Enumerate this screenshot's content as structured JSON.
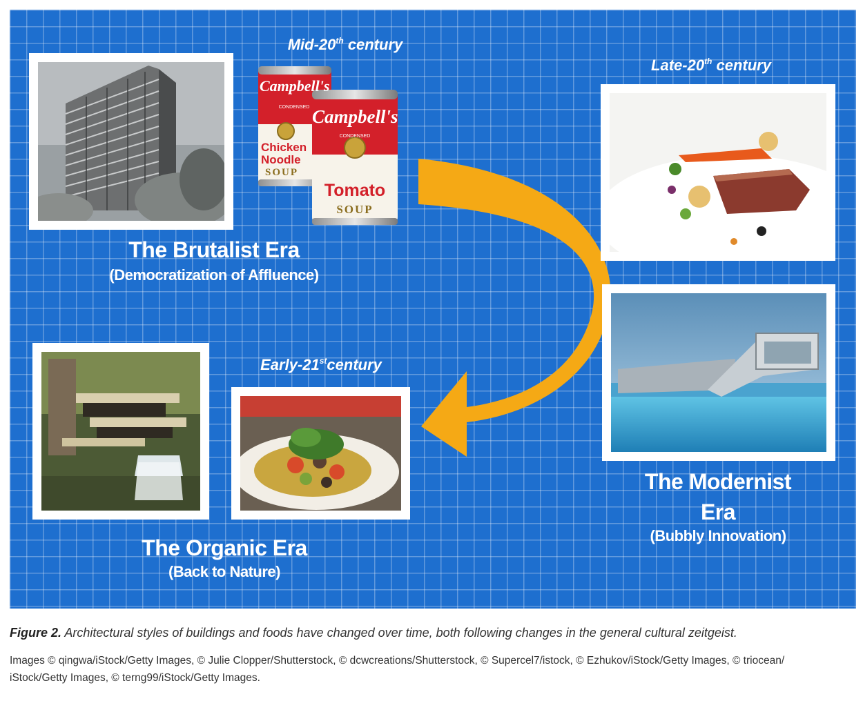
{
  "eras": {
    "brutalist": {
      "title": "The Brutalist Era",
      "subtitle": "(Democratization of Affluence)"
    },
    "modernist": {
      "title_line1": "The Modernist",
      "title_line2": "Era",
      "subtitle": "(Bubbly Innovation)"
    },
    "organic": {
      "title": "The Organic Era",
      "subtitle": "(Back to Nature)"
    }
  },
  "periods": {
    "mid": {
      "prefix": "Mid-20",
      "sup": "th",
      "suffix": " century"
    },
    "late": {
      "prefix": "Late-20",
      "sup": "th",
      "suffix": " century"
    },
    "early": {
      "prefix": "Early-21",
      "sup": "st",
      "suffix": "century"
    }
  },
  "cans": {
    "brand": "Campbell's",
    "condensed": "CONDENSED",
    "back_can": {
      "line1": "Chicken",
      "line2": "Noodle",
      "line3": "SOUP"
    },
    "front_can": {
      "line1": "Tomato",
      "line2": "SOUP"
    }
  },
  "caption": {
    "label": "Figure 2.",
    "text": " Architectural styles of buildings and foods have changed over time, both following changes in the general cultural zeitgeist."
  },
  "credits": {
    "line1": "Images © qingwa/iStock/Getty Images, © Julie Clopper/Shutterstock, © dcwcreations/Shutterstock, © Supercel7/istock, © Ezhukov/iStock/Getty Images, © triocean/",
    "line2": "iStock/Getty Images, © terng99/iStock/Getty Images."
  },
  "colors": {
    "background_blue": "#1e6fcf",
    "arrow_orange": "#f5a915",
    "text_white": "#ffffff"
  }
}
